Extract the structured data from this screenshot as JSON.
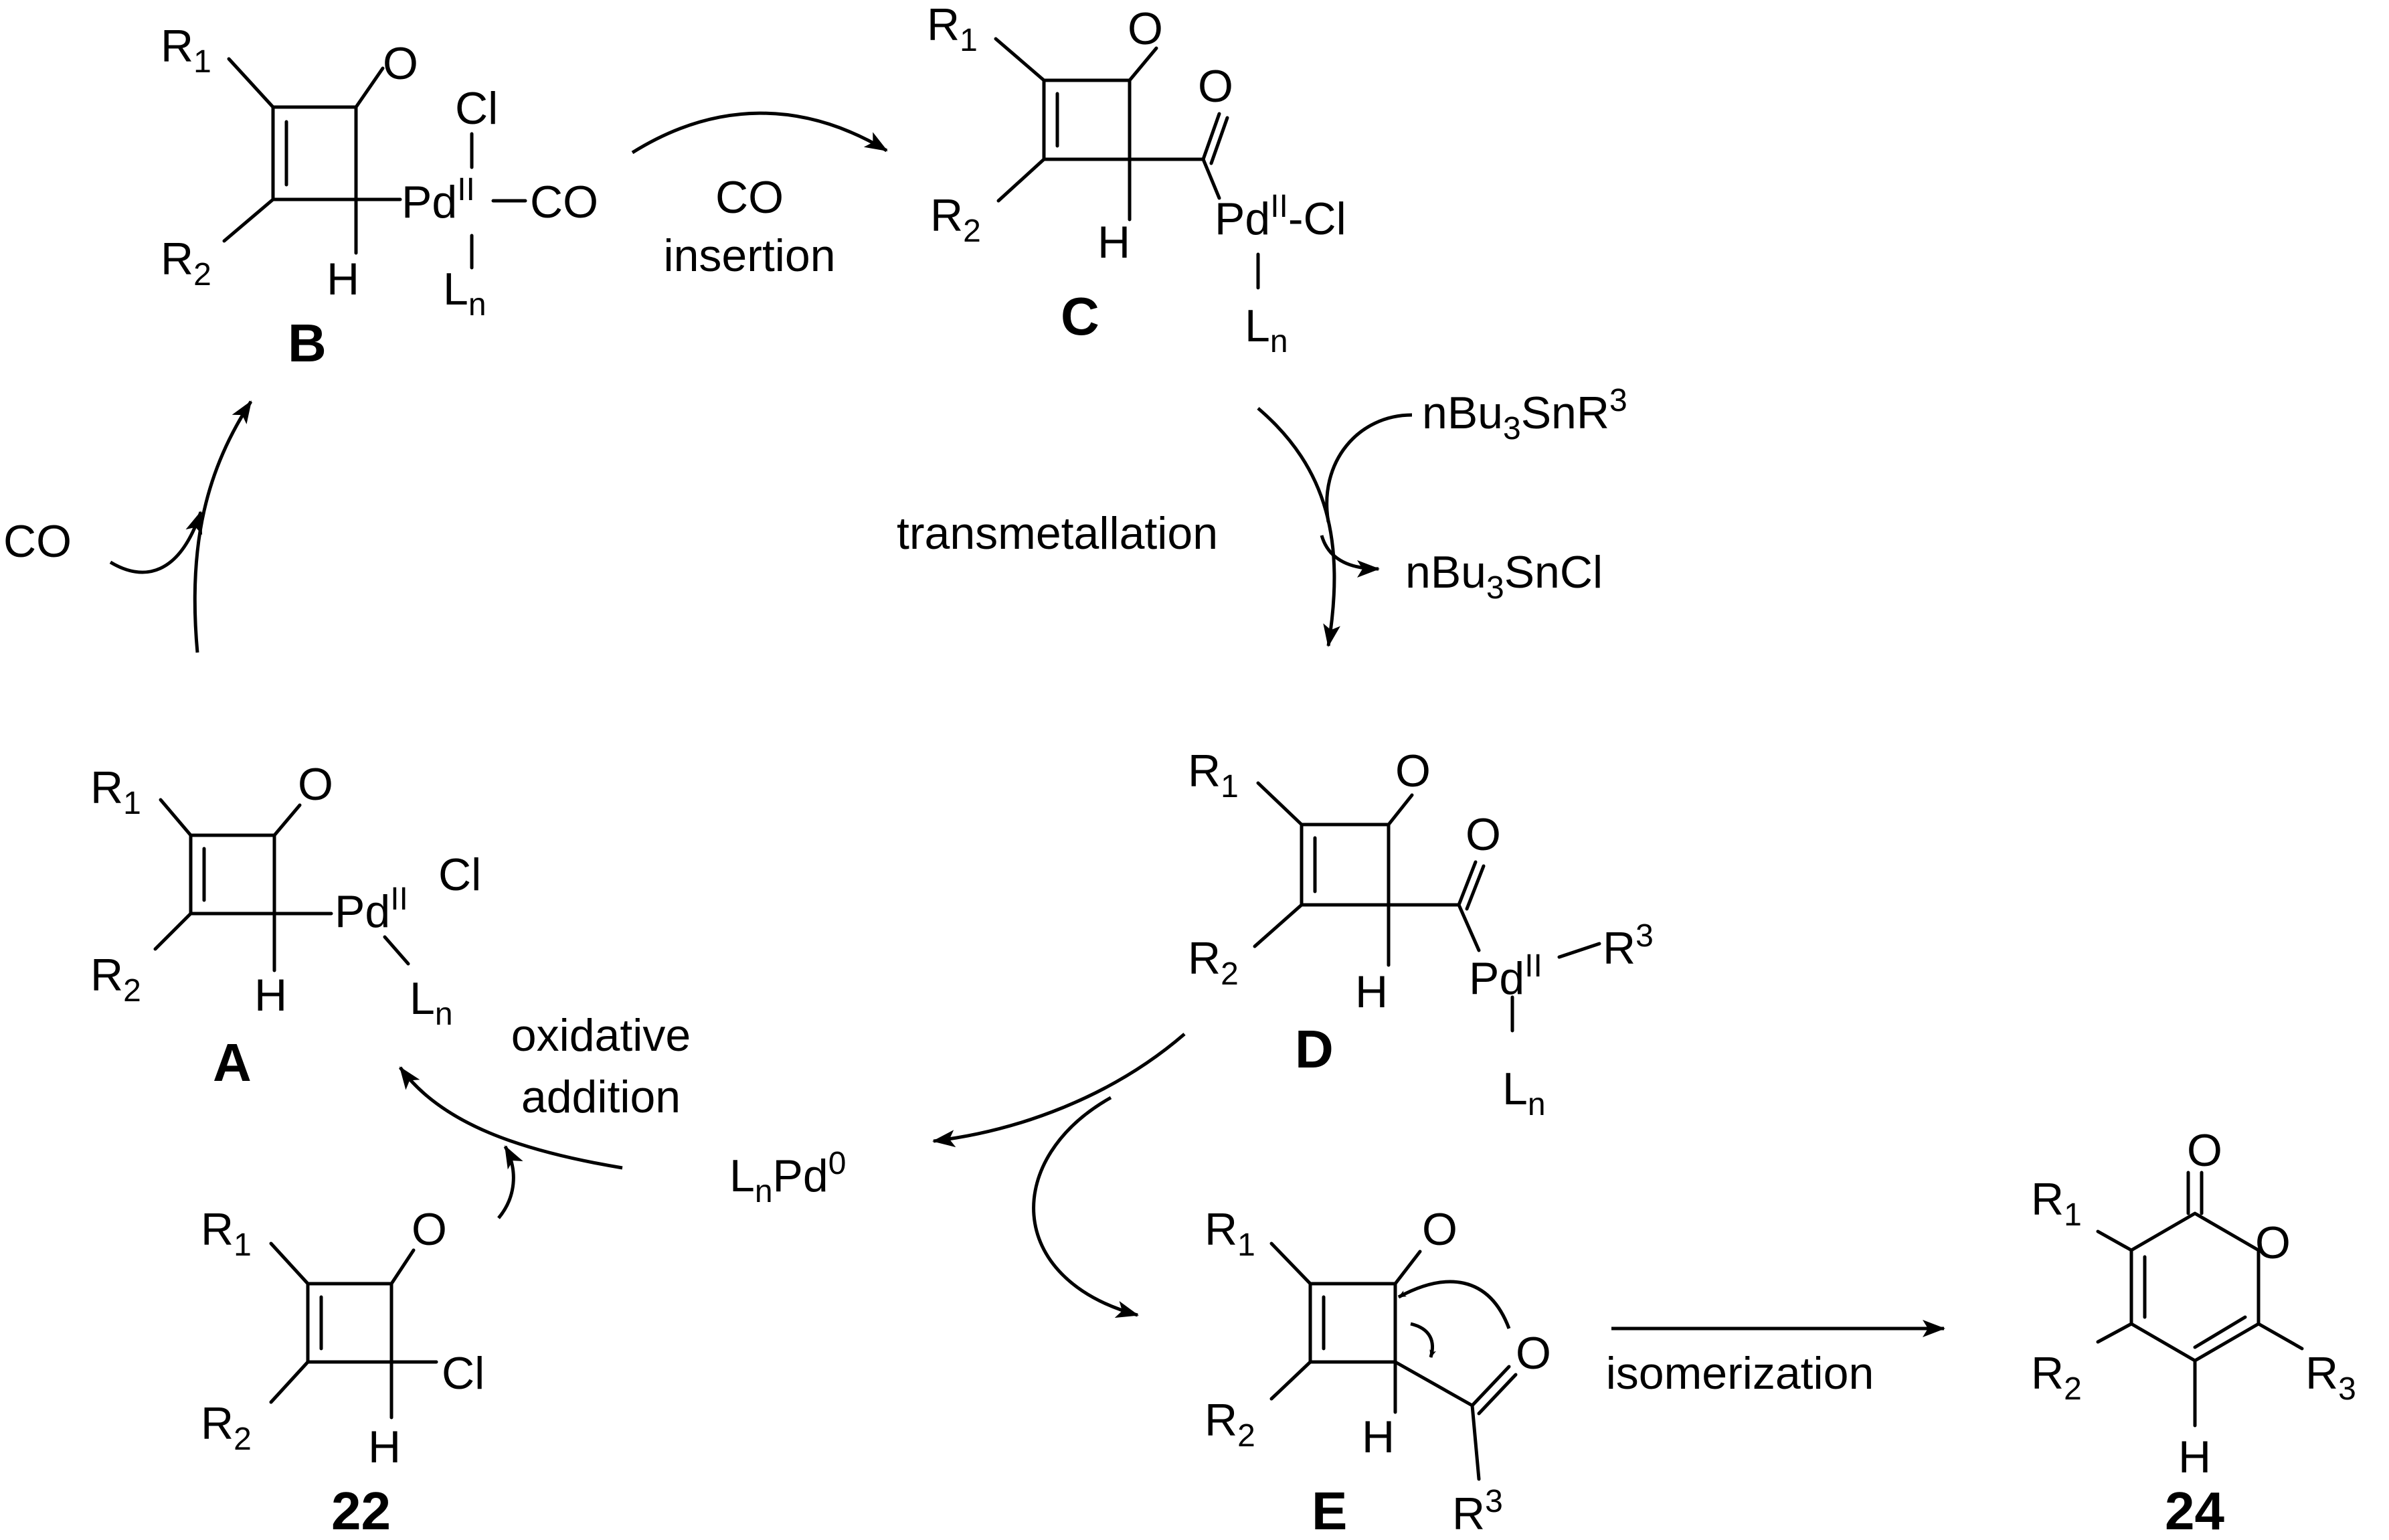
{
  "intermediates": {
    "A": {
      "label": "A",
      "r1": "R",
      "r1_sub": "1",
      "r2": "R",
      "r2_sub": "2",
      "o": "O",
      "h": "H",
      "pd": "Pd",
      "pd_ox": "II",
      "cl": "Cl",
      "l": "L",
      "l_sub": "n"
    },
    "B": {
      "label": "B",
      "r1": "R",
      "r1_sub": "1",
      "r2": "R",
      "r2_sub": "2",
      "o": "O",
      "h": "H",
      "pd": "Pd",
      "pd_ox": "II",
      "cl": "Cl",
      "co": "CO",
      "l": "L",
      "l_sub": "n"
    },
    "C": {
      "label": "C",
      "r1": "R",
      "r1_sub": "1",
      "r2": "R",
      "r2_sub": "2",
      "o": "O",
      "o2": "O",
      "h": "H",
      "pd": "Pd",
      "pd_ox": "II",
      "cl": "-Cl",
      "l": "L",
      "l_sub": "n"
    },
    "D": {
      "label": "D",
      "r1": "R",
      "r1_sub": "1",
      "r2": "R",
      "r2_sub": "2",
      "o": "O",
      "o2": "O",
      "h": "H",
      "pd": "Pd",
      "pd_ox": "II",
      "r3": "R",
      "r3_sup": "3",
      "l": "L",
      "l_sub": "n"
    },
    "E": {
      "label": "E",
      "r1": "R",
      "r1_sub": "1",
      "r2": "R",
      "r2_sub": "2",
      "o": "O",
      "o2": "O",
      "h": "H",
      "r3": "R",
      "r3_sup": "3"
    }
  },
  "compound_22": {
    "label": "22",
    "r1": "R",
    "r1_sub": "1",
    "r2": "R",
    "r2_sub": "2",
    "o": "O",
    "h": "H",
    "cl": "Cl"
  },
  "compound_24": {
    "label": "24",
    "r1": "R",
    "r1_sub": "1",
    "r2": "R",
    "r2_sub": "2",
    "r3": "R",
    "r3_sub": "3",
    "o_carbonyl": "O",
    "o_ring": "O",
    "h": "H"
  },
  "catalyst": {
    "l": "L",
    "l_sub": "n",
    "pd": "Pd",
    "pd_ox": "0"
  },
  "reagents": {
    "co_in": "CO",
    "stannane": "nBu",
    "stannane_sub": "3",
    "stannane_mid": "SnR",
    "stannane_sup": "3",
    "stannyl_chloride": "nBu",
    "stannyl_chloride_sub": "3",
    "stannyl_chloride_end": "SnCl"
  },
  "steps": {
    "co_insertion_1": "CO",
    "co_insertion_2": "insertion",
    "transmetallation": "transmetallation",
    "oxidative_addition_1": "oxidative",
    "oxidative_addition_2": "addition",
    "isomerization": "isomerization"
  }
}
